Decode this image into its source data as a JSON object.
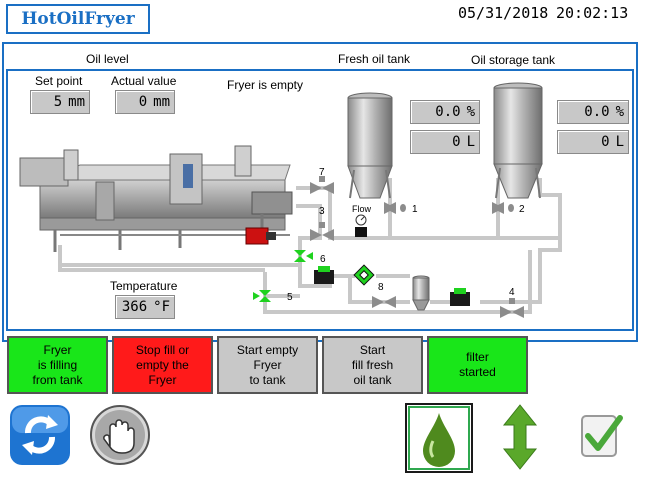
{
  "header": {
    "title": "HotOilFryer",
    "date": "05/31/2018",
    "time": "20:02:13"
  },
  "oil_level": {
    "label": "Oil level",
    "setpoint_label": "Set point",
    "setpoint_value": "5",
    "setpoint_unit": "mm",
    "actual_label": "Actual value",
    "actual_value": "0",
    "actual_unit": "mm",
    "status": "Fryer is empty"
  },
  "fresh_oil_tank": {
    "label": "Fresh oil tank",
    "percent": "0.0",
    "percent_unit": "%",
    "liters": "0",
    "liters_unit": "L"
  },
  "oil_storage_tank": {
    "label": "Oil storage tank",
    "percent": "0.0",
    "percent_unit": "%",
    "liters": "0",
    "liters_unit": "L"
  },
  "temperature": {
    "label": "Temperature",
    "value": "366",
    "unit": "°F"
  },
  "diagram": {
    "flow_label": "Flow",
    "valves": [
      "1",
      "2",
      "3",
      "4",
      "5",
      "6",
      "7",
      "8"
    ]
  },
  "buttons": [
    {
      "label": "Fryer\nis filling\nfrom tank",
      "state": "active"
    },
    {
      "label": "Stop fill or\nempty the\nFryer",
      "state": "stop"
    },
    {
      "label": "Start empty\nFryer\nto tank",
      "state": "idle"
    },
    {
      "label": "Start\nfill fresh\noil tank",
      "state": "idle"
    },
    {
      "label": "filter\nstarted",
      "state": "active"
    }
  ],
  "icons": [
    "refresh-icon",
    "stop-hand-icon",
    "oil-drop-icon",
    "up-down-arrows-icon",
    "checkmark-icon"
  ],
  "colors": {
    "accent": "#1a6fc4",
    "active": "#19e619",
    "stop": "#ff1a1a",
    "idle": "#c8c8c8",
    "valve_open": "#1fd21f",
    "valve_closed": "#8c8c8c"
  }
}
